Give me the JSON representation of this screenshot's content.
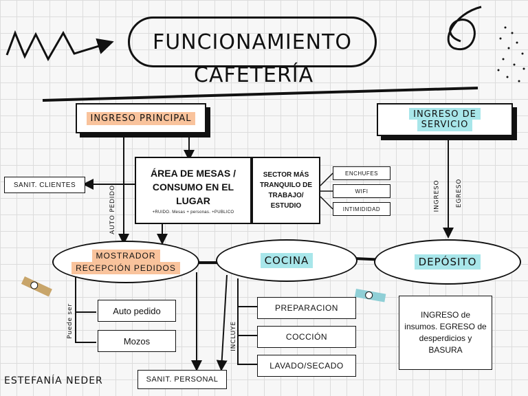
{
  "title": {
    "line1": "FUNCIONAMIENTO",
    "line2": "CAFETERÍA"
  },
  "ingreso_principal": "INGRESO PRINCIPAL",
  "ingreso_servicio": {
    "line1": "INGRESO DE",
    "line2": "SERVICIO"
  },
  "sanit_clientes": "SANIT. CLIENTES",
  "area_mesas": {
    "title": "ÁREA DE MESAS / CONSUMO EN EL LUGAR",
    "note": "+RUIDO. Mesas + personas. +PUBLICO"
  },
  "sector": {
    "title": "SECTOR MÁS TRANQUILO DE TRABAJO/ ESTUDIO"
  },
  "sector_items": [
    "ENCHUFES",
    "WIFI",
    "INTIMIDIDAD"
  ],
  "auto_pedido_label": "AUTO PEDIDO",
  "ingreso_label": "INGRESO",
  "egreso_label": "EGRESO",
  "mostrador": {
    "line1": "MOSTRADOR",
    "line2": "RECEPCIÓN PEDIDOS"
  },
  "cocina": "COCINA",
  "deposito": "DEPÓSITO",
  "puede_ser_label": "Puede ser",
  "mostrador_items": [
    "Auto pedido",
    "Mozos"
  ],
  "incluye_label": "INCLUYE",
  "cocina_items": [
    "PREPARACION",
    "COCCIÓN",
    "LAVADO/SECADO"
  ],
  "deposito_text": "INGRESO de insumos. EGRESO de desperdicios y BASURA",
  "sanit_personal": "SANIT. PERSONAL",
  "author": "ESTEFANÍA NEDER"
}
